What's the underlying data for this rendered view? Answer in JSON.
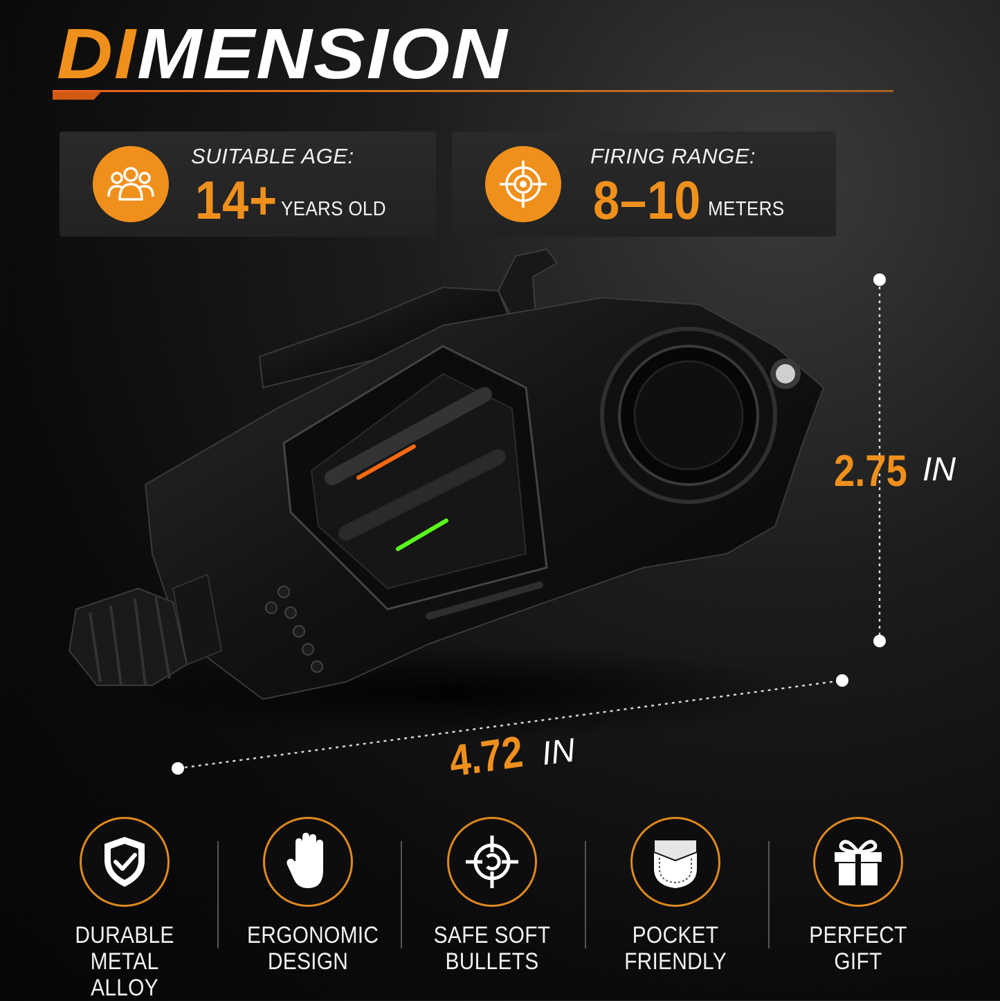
{
  "header": {
    "title_accent": "DI",
    "title_rest": "MENSION"
  },
  "specs": [
    {
      "label": "SUITABLE AGE:",
      "value": "14+",
      "unit": "YEARS OLD",
      "icon": "people-group-icon"
    },
    {
      "label": "FIRING RANGE:",
      "value": "8–10",
      "unit": "METERS",
      "icon": "crosshair-icon"
    }
  ],
  "dimensions": {
    "height": {
      "value": "2.75",
      "unit": "IN"
    },
    "length": {
      "value": "4.72",
      "unit": "IN"
    }
  },
  "features": [
    {
      "line1": "DURABLE",
      "line2": "METAL ALLOY",
      "icon": "shield-check-icon"
    },
    {
      "line1": "ERGONOMIC",
      "line2": "DESIGN",
      "icon": "hand-icon"
    },
    {
      "line1": "SAFE SOFT",
      "line2": "BULLETS",
      "icon": "target-icon"
    },
    {
      "line1": "POCKET",
      "line2": "FRIENDLY",
      "icon": "pocket-icon"
    },
    {
      "line1": "PERFECT",
      "line2": "GIFT",
      "icon": "gift-icon"
    }
  ],
  "colors": {
    "accent": "#f0901c",
    "background": "#0b0b0b",
    "card": "#262626"
  }
}
